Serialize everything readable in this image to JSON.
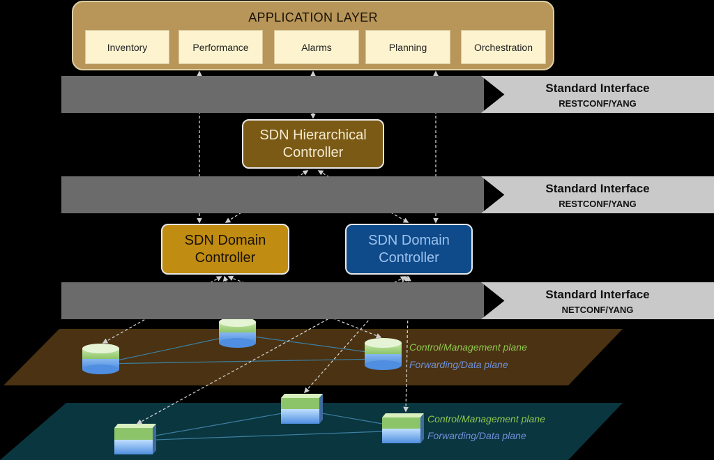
{
  "application_layer": {
    "title": "APPLICATION LAYER",
    "apps": [
      "Inventory",
      "Performance",
      "Alarms",
      "Planning",
      "Orchestration"
    ]
  },
  "interfaces": [
    {
      "title": "Standard Interface",
      "protocol": "RESTCONF/YANG"
    },
    {
      "title": "Standard Interface",
      "protocol": "RESTCONF/YANG"
    },
    {
      "title": "Standard Interface",
      "protocol": "NETCONF/YANG"
    }
  ],
  "controllers": {
    "hierarchical": {
      "line1": "SDN Hierarchical",
      "line2": "Controller"
    },
    "domain_left": {
      "line1": "SDN Domain",
      "line2": "Controller"
    },
    "domain_right": {
      "line1": "SDN Domain",
      "line2": "Controller"
    }
  },
  "planes": {
    "upper": {
      "control_label": "Control/Management plane",
      "forwarding_label": "Forwarding/Data plane"
    },
    "lower": {
      "control_label": "Control/Management plane",
      "forwarding_label": "Forwarding/Data plane"
    }
  },
  "colors": {
    "app_layer": "#b8965a",
    "app_box": "#fdf3cf",
    "interface_band": "#6b6b6b",
    "interface_label": "#c9c9c9",
    "hierarchical_controller": "#7a5a15",
    "domain_controller_left": "#c08c11",
    "domain_controller_right": "#0f4a8a",
    "upper_plane": "#4a3212",
    "lower_plane": "#0a3640",
    "control_plane_text": "#8fc64f",
    "forwarding_plane_text": "#6f8fd6"
  }
}
